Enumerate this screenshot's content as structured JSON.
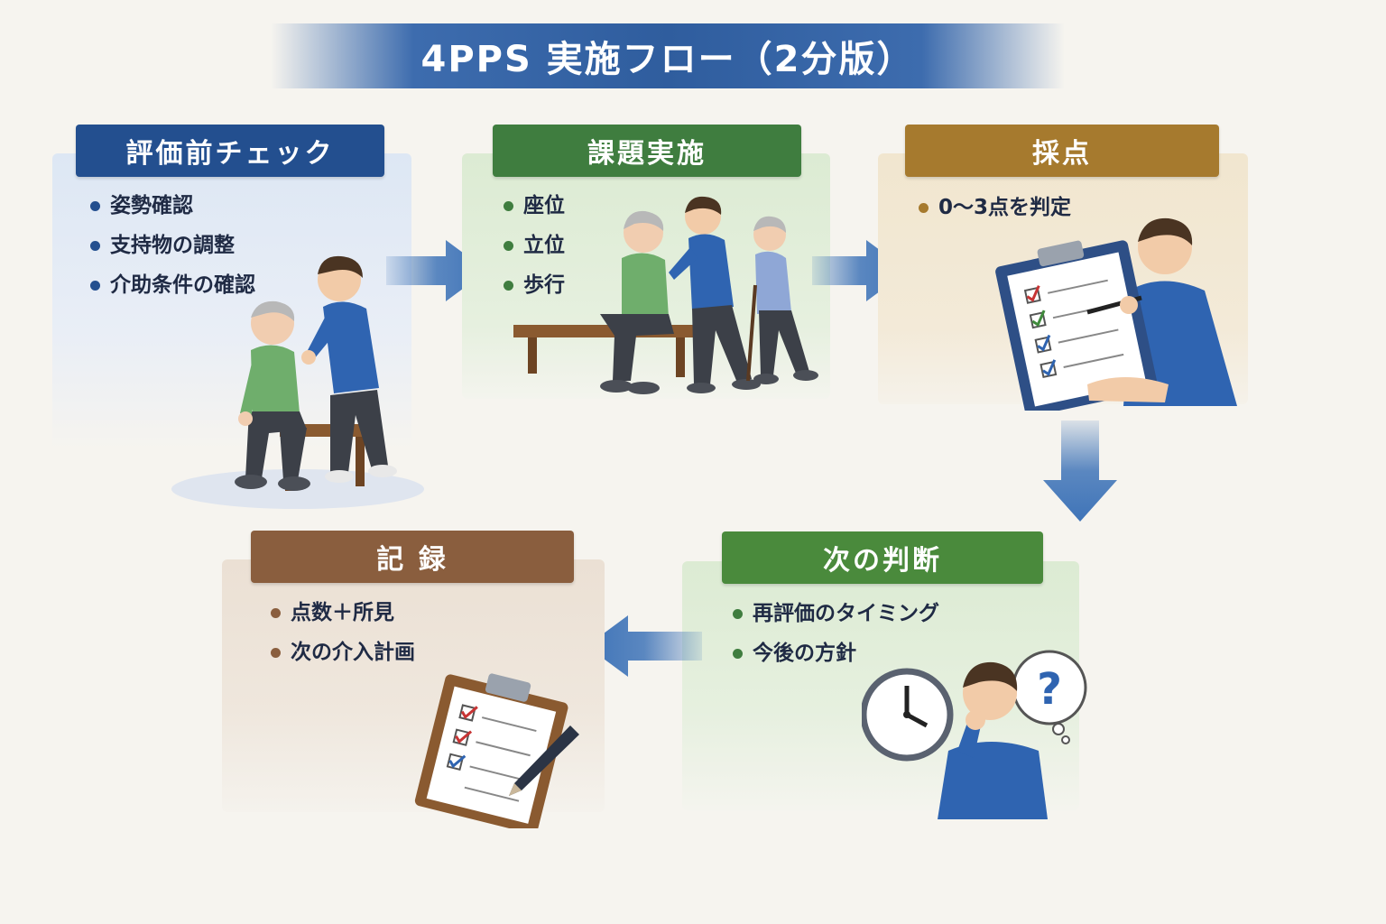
{
  "title": "4PPS 実施フロー（2分版）",
  "colors": {
    "blue": "#234f8f",
    "green": "#3f7d3f",
    "tan": "#a67a2e",
    "brown": "#8a5e3e",
    "arrow": "#3f74b8"
  },
  "steps": {
    "pre_check": {
      "heading": "評価前チェック",
      "items": [
        "姿勢確認",
        "支持物の調整",
        "介助条件の確認"
      ]
    },
    "task": {
      "heading": "課題実施",
      "items": [
        "座位",
        "立位",
        "歩行"
      ]
    },
    "scoring": {
      "heading": "採点",
      "items": [
        "0〜3点を判定"
      ]
    },
    "next_decision": {
      "heading": "次の判断",
      "items": [
        "再評価のタイミング",
        "今後の方針"
      ]
    },
    "record": {
      "heading": "記 録",
      "items": [
        "点数＋所見",
        "次の介入計画"
      ]
    }
  },
  "icons": {
    "question_mark": "?"
  }
}
